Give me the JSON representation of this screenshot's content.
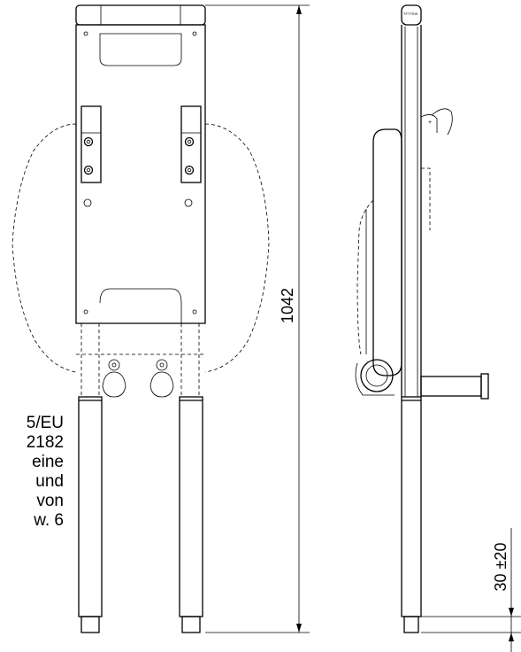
{
  "drawing": {
    "dimension_height": "1042",
    "dimension_leg_offset": "30 ±20",
    "side_label": "TFTTRIS"
  },
  "cropped_text": [
    "5/EU",
    "2182",
    "eine",
    "und",
    "von",
    "w.   6"
  ]
}
